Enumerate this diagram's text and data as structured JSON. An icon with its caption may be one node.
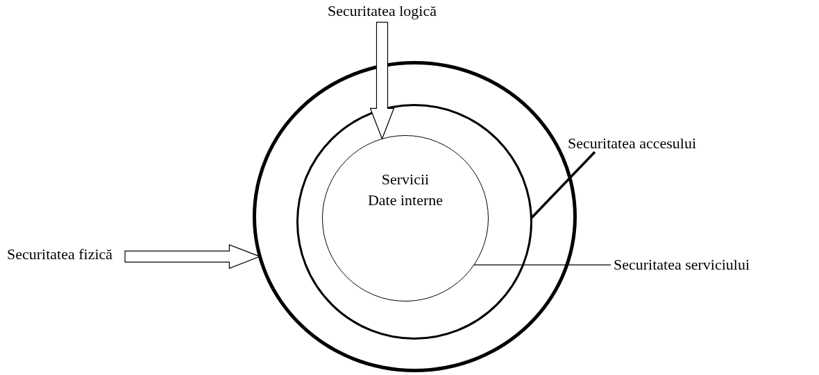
{
  "diagram": {
    "nodes": [
      {
        "text": [],
        "shape": "circle"
      },
      {
        "text": [],
        "shape": "circle",
        "in": 0
      },
      {
        "text": [
          "Servicii",
          "Date interne"
        ],
        "in": 1
      },
      {
        "text": [
          "Securitatea logică"
        ]
      },
      {
        "text": [
          "Securitatea fizică"
        ]
      },
      {
        "text": [
          "Securitatea accesului"
        ]
      },
      {
        "text": [
          "Securitatea serviciului"
        ]
      }
    ],
    "edges": [
      {
        "from": 3,
        "to": 2,
        "arrow": "to"
      },
      {
        "from": 4,
        "to": 0,
        "arrow": "to"
      },
      {
        "from": 5,
        "to": 1,
        "arrow": "none",
        "style": "thick"
      },
      {
        "from": 6,
        "to": 2,
        "arrow": "none"
      }
    ]
  }
}
